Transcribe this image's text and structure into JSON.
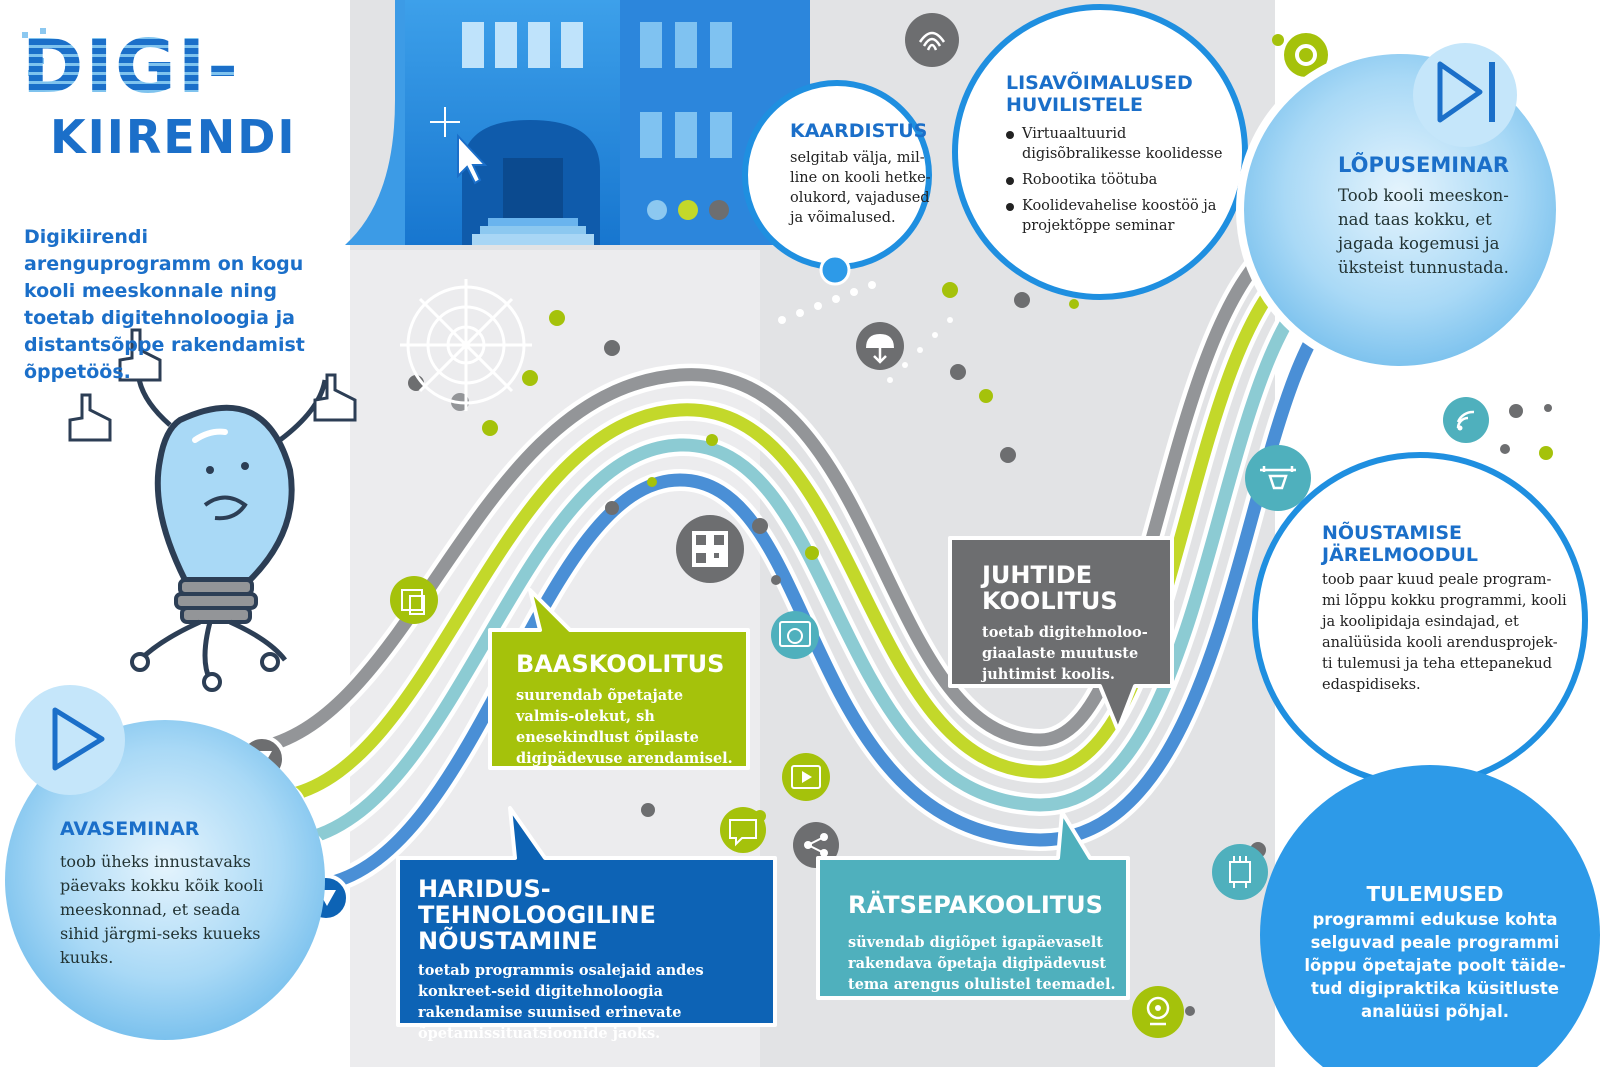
{
  "logo": {
    "line1": "DIGI-",
    "line2": "KIIRENDI"
  },
  "intro": "Digikiirendi arenguprogramm on kogu kooli meeskonnale ning toetab digitehnoloogia ja distantsõppe rakendamist õppetöös.",
  "stages": {
    "avaseminar": {
      "title": "AVASEMINAR",
      "text": "toob üheks innustavaks päevaks kokku kõik kooli meeskonnad, et seada sihid järgmi-seks kuueks kuuks."
    },
    "kaardistus": {
      "title": "KAARDISTUS",
      "text": "selgitab välja, mil-line on kooli hetke-olukord, vajadused ja võimalused."
    },
    "lisavoimalused": {
      "title": "LISAVÕIMALUSED HUVILISTELE",
      "items": [
        "Virtuaaltuurid digisõbralikesse koolidesse",
        "Robootika töötuba",
        "Koolidevahelise koostöö ja projektõppe seminar"
      ]
    },
    "loppseminar": {
      "title": "LÕPUSEMINAR",
      "text": "Toob kooli meeskon-nad taas kokku, et jagada kogemusi ja üksteist tunnustada."
    },
    "noustamise_jarelmoodul": {
      "title": "NÕUSTAMISE JÄRELMOODUL",
      "text": "toob paar kuud peale program-mi lõppu kokku programmi, kooli ja koolipidaja esindajad, et analüüsida kooli arendusprojek-ti tulemusi ja teha ettepanekud edaspidiseks."
    },
    "tulemused": {
      "title": "TULEMUSED",
      "text": "programmi edukuse kohta selguvad peale programmi lõppu õpetajate poolt täide-tud digipraktika küsitluste analüüsi põhjal."
    }
  },
  "trainings": {
    "baaskoolitus": {
      "title": "BAASKOOLITUS",
      "text": "suurendab õpetajate valmis-olekut, sh enesekindlust õpilaste digipädevuse arendamisel.",
      "color": "#a5c20b"
    },
    "juhtide_koolitus": {
      "title": "JUHTIDE KOOLITUS",
      "text": "toetab digitehnoloo-giaalaste muutuste juhtimist koolis.",
      "color": "#6d6e70"
    },
    "haridustehnoloogiline": {
      "title": "HARIDUS-TEHNOLOOGILINE NÕUSTAMINE",
      "text": "toetab programmis osalejaid andes konkreet-seid digitehnoloogia rakendamise suunised erinevate õpetamissituatsioonide jaoks.",
      "color": "#0d63b5"
    },
    "ratsepakoolitus": {
      "title": "RÄTSEPAKOOLITUS",
      "text": "süvendab digiõpet igapäevaselt rakendava õpetaja digipädevust tema arengus olulistel teemadel.",
      "color": "#4fb0bd"
    }
  },
  "icons": [
    "radar-icon",
    "gear-icon",
    "play-next-icon",
    "play-icon",
    "cloud-download-icon",
    "wifi-icon",
    "drone-icon",
    "qr-code-icon",
    "browser-globe-icon",
    "video-icon",
    "chat-icon",
    "share-icon",
    "circuit-chip-icon",
    "webcam-icon",
    "devices-icon",
    "fingerprint-icon",
    "lightbulb-mascot-icon"
  ],
  "colors": {
    "blue": "#1b6fc9",
    "light_blue": "#8cc8f0",
    "green": "#a5c20b",
    "grey": "#939598",
    "teal": "#7cc4cd",
    "dark_blue": "#0d63b5"
  }
}
